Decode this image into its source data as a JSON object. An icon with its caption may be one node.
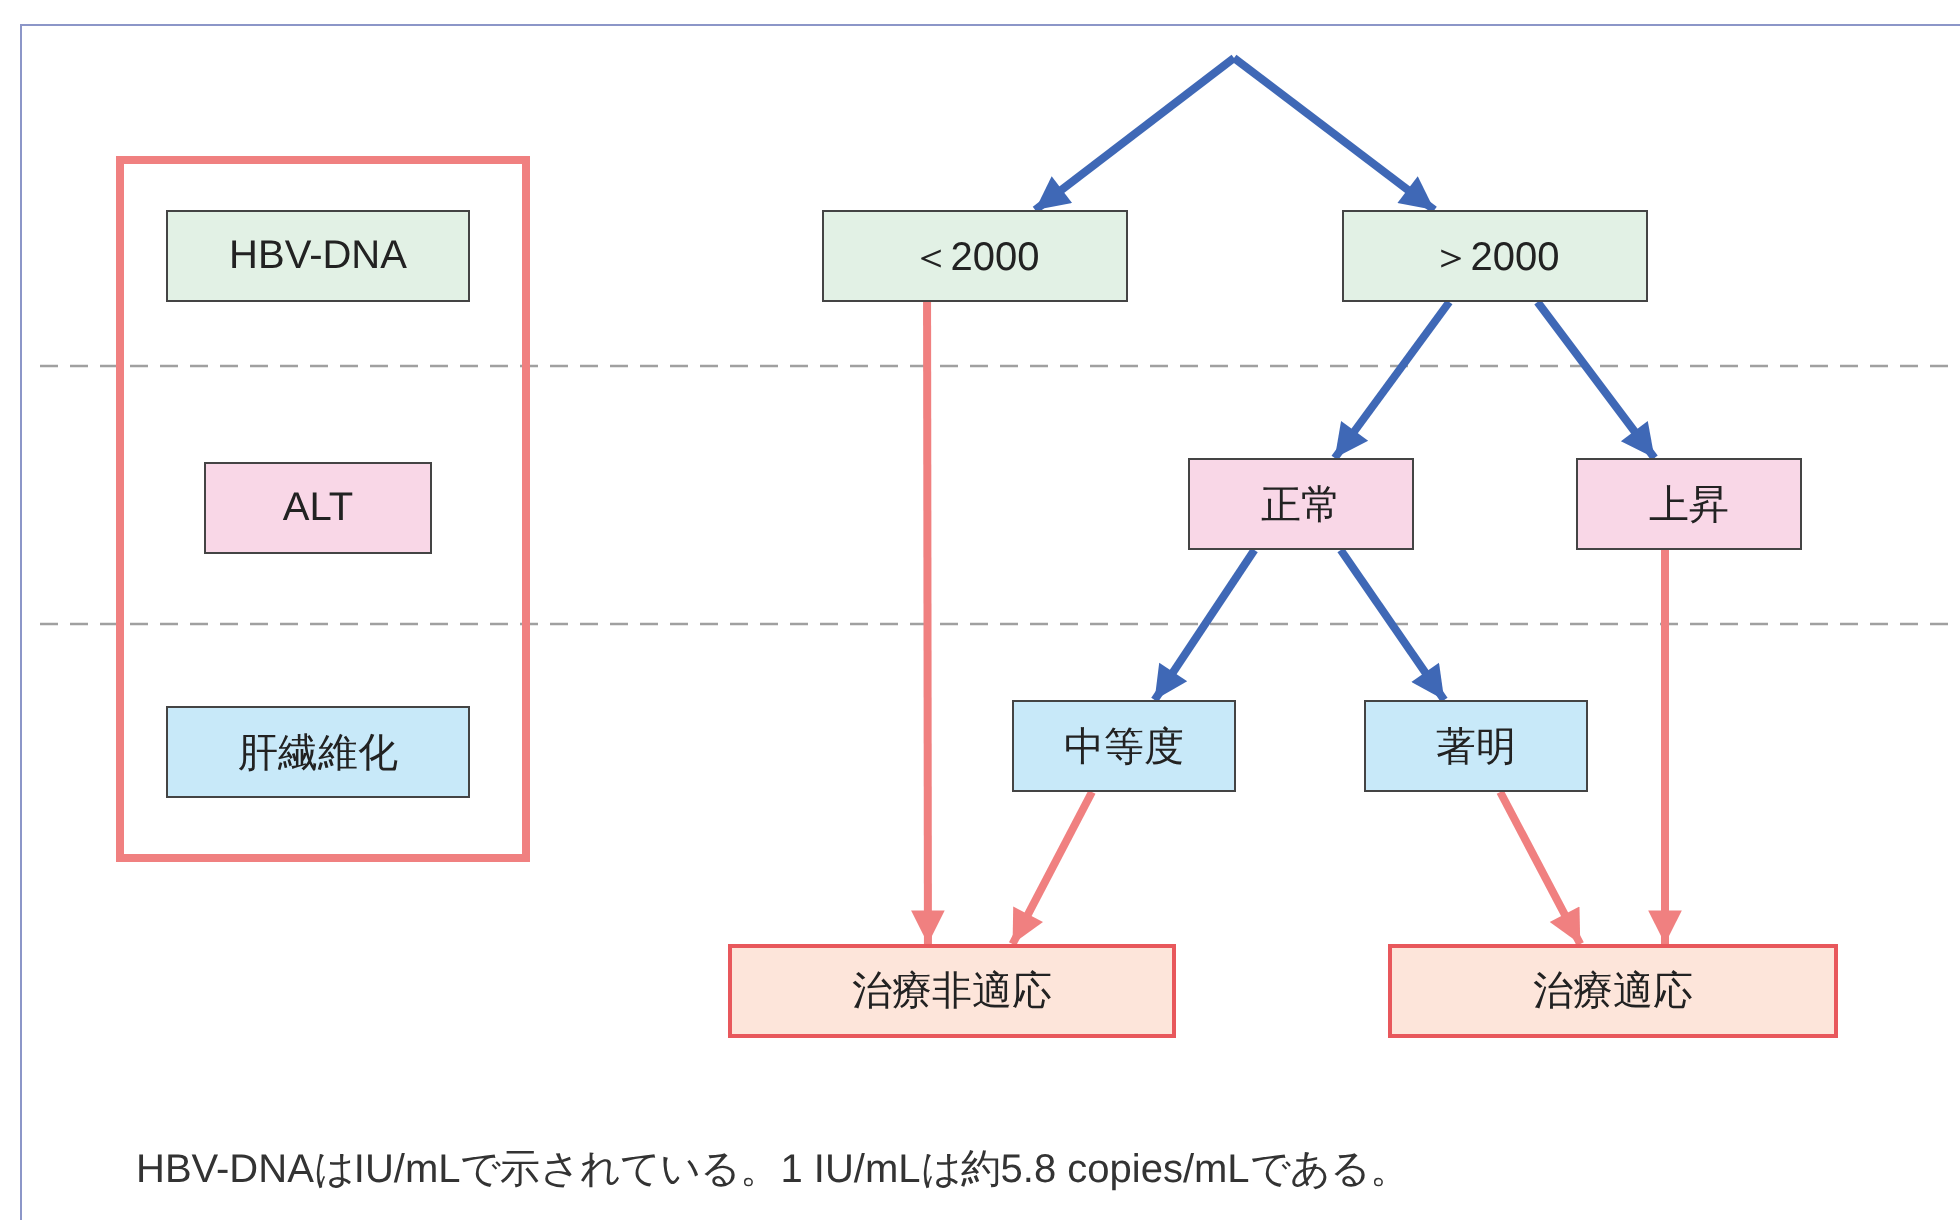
{
  "diagram": {
    "caption": "HBV-DNAはIU/mLで示されている。1 IU/mLは約5.8 copies/mLである。",
    "nodes": [
      {
        "text": [],
        "shape": "box"
      },
      {
        "text": [
          "HBV-DNA"
        ],
        "in": 0
      },
      {
        "text": [
          "ALT"
        ],
        "in": 0
      },
      {
        "text": [
          "肝繊維化"
        ],
        "in": 0
      },
      {
        "text": [
          "＜2000"
        ]
      },
      {
        "text": [
          "＞2000"
        ]
      },
      {
        "text": [
          "正常"
        ]
      },
      {
        "text": [
          "上昇"
        ]
      },
      {
        "text": [
          "中等度"
        ]
      },
      {
        "text": [
          "著明"
        ]
      },
      {
        "text": [
          "治療非適応"
        ]
      },
      {
        "text": [
          "治療適応"
        ]
      }
    ],
    "edges": [
      {
        "from": null,
        "to": 4,
        "arrow": "to"
      },
      {
        "from": null,
        "to": 5,
        "arrow": "to"
      },
      {
        "from": 5,
        "to": 6,
        "arrow": "to"
      },
      {
        "from": 5,
        "to": 7,
        "arrow": "to"
      },
      {
        "from": 6,
        "to": 8,
        "arrow": "to"
      },
      {
        "from": 6,
        "to": 9,
        "arrow": "to"
      },
      {
        "from": 4,
        "to": 10,
        "arrow": "to",
        "color": "#f08080"
      },
      {
        "from": 8,
        "to": 10,
        "arrow": "to",
        "color": "#f08080"
      },
      {
        "from": 9,
        "to": 11,
        "arrow": "to",
        "color": "#f08080"
      },
      {
        "from": 7,
        "to": 11,
        "arrow": "to",
        "color": "#f08080"
      }
    ]
  }
}
